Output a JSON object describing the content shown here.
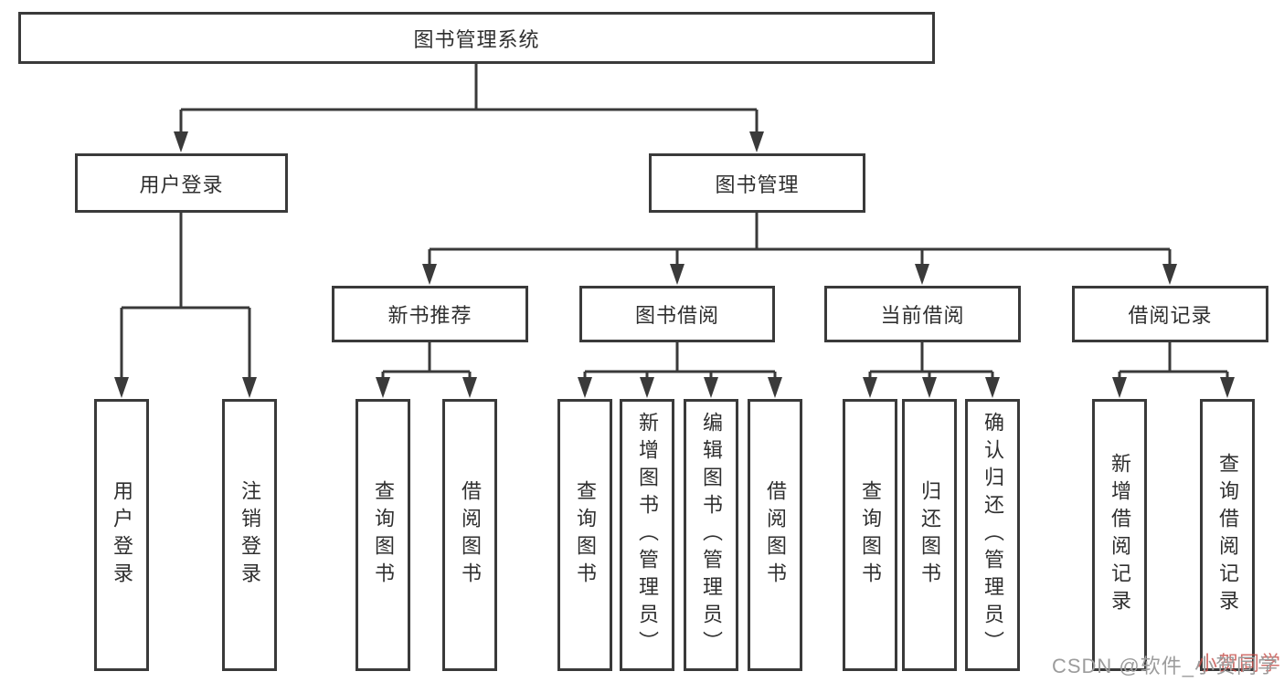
{
  "colors": {
    "line": "#3a3a3a",
    "border": "#3a3a3a",
    "text": "#2f2f2f",
    "background": "#ffffff",
    "watermark_gray": "#9c9c9c",
    "watermark_red": "#c64e48"
  },
  "tree": {
    "root": {
      "label": "图书管理系统"
    },
    "branches": [
      {
        "label": "用户登录",
        "children": [
          {
            "label": "用户登录"
          },
          {
            "label": "注销登录"
          }
        ]
      },
      {
        "label": "图书管理",
        "groups": [
          {
            "label": "新书推荐",
            "children": [
              {
                "label": "查询图书"
              },
              {
                "label": "借阅图书"
              }
            ]
          },
          {
            "label": "图书借阅",
            "children": [
              {
                "label": "查询图书"
              },
              {
                "label": "新增图书（管理员）"
              },
              {
                "label": "编辑图书（管理员）"
              },
              {
                "label": "借阅图书"
              }
            ]
          },
          {
            "label": "当前借阅",
            "children": [
              {
                "label": "查询图书"
              },
              {
                "label": "归还图书"
              },
              {
                "label": "确认归还（管理员）"
              }
            ]
          },
          {
            "label": "借阅记录",
            "children": [
              {
                "label": "新增借阅记录"
              },
              {
                "label": "查询借阅记录"
              }
            ]
          }
        ]
      }
    ]
  },
  "watermark": {
    "prefix": "CSDN @软件_",
    "accent": "小贺同学"
  }
}
